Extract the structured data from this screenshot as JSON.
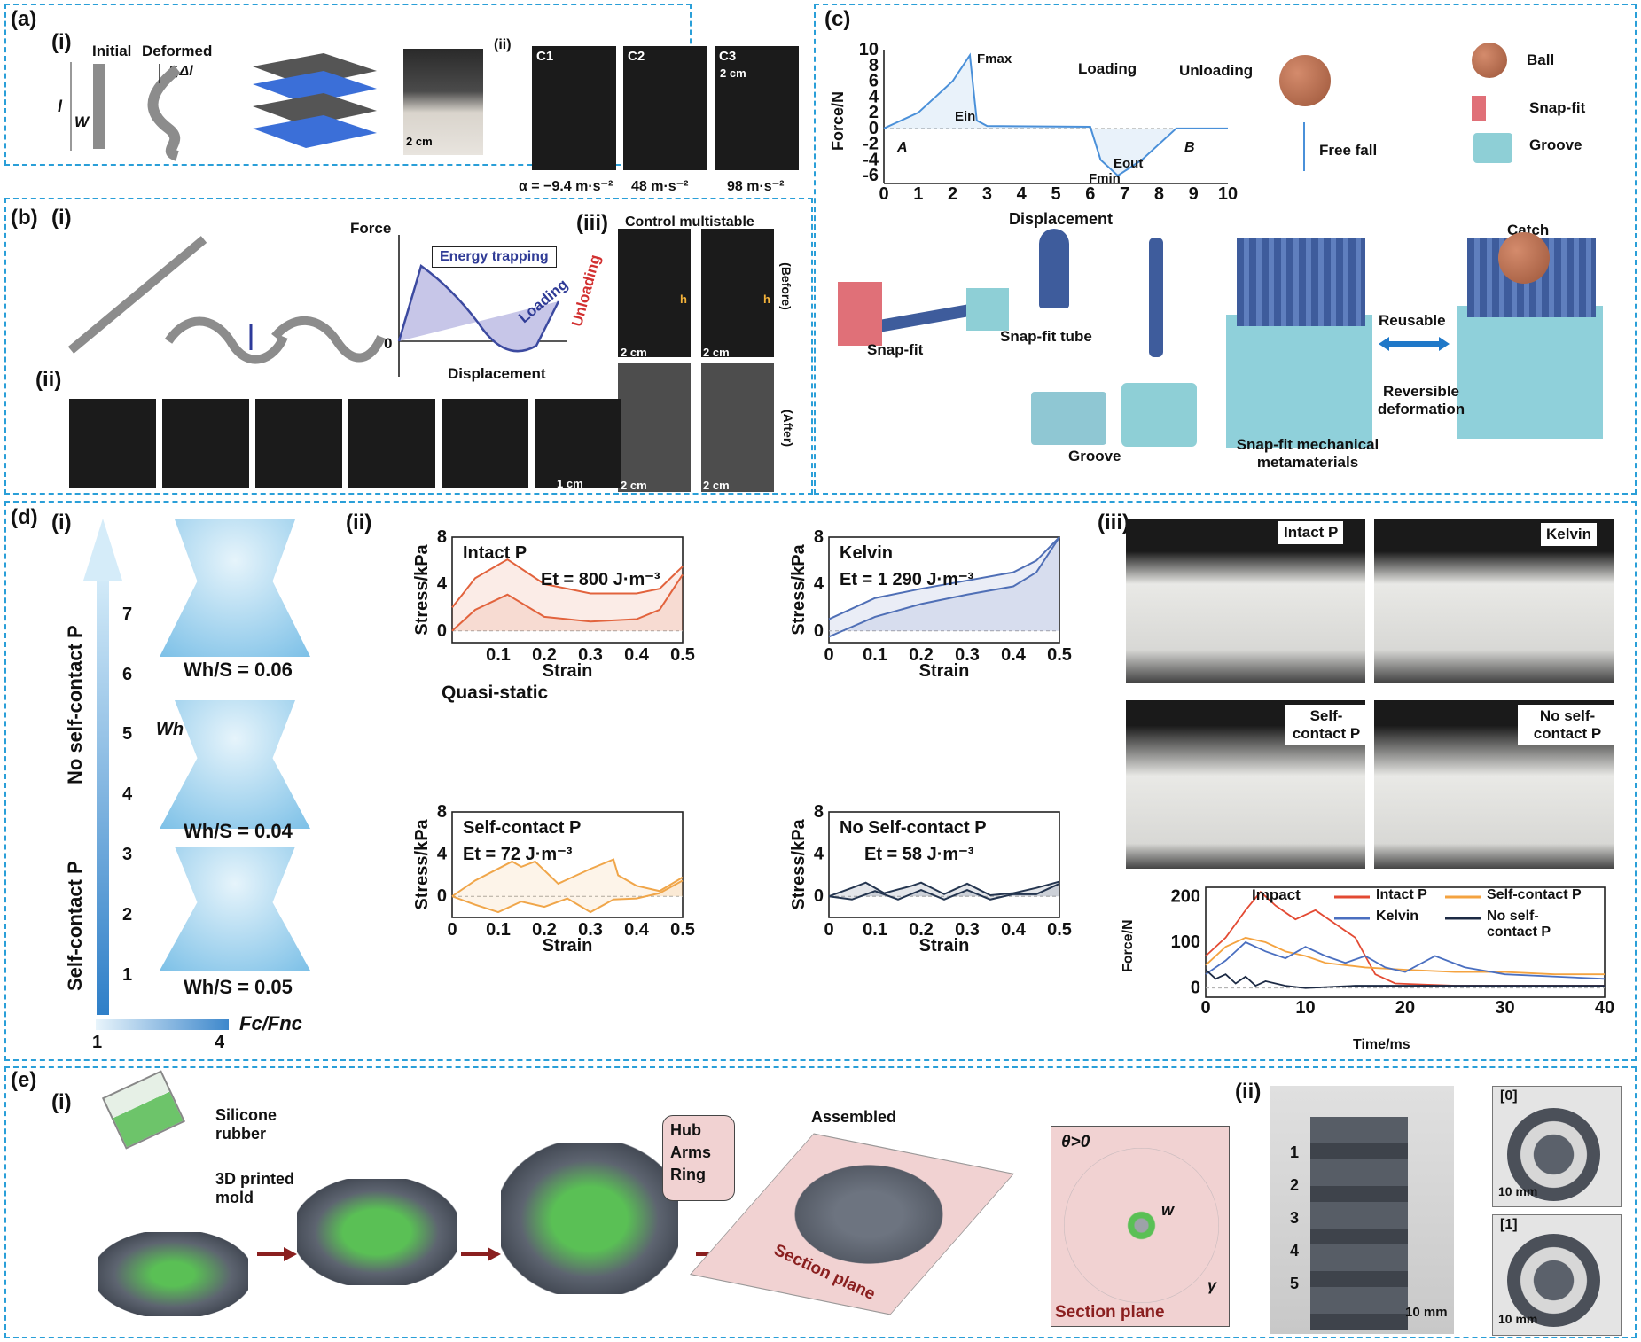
{
  "panel_a": {
    "label": "(a)",
    "sub_i": "(i)",
    "sub_ii": "(ii)",
    "initial": "Initial",
    "deformed": "Deformed",
    "force_label": "F,Δl",
    "l_label": "l",
    "w_label": "W",
    "scale_2cm": "2 cm",
    "frames": [
      {
        "id": "C1",
        "accel": "α = −9.4 m·s⁻²"
      },
      {
        "id": "C2",
        "accel": "48 m·s⁻²"
      },
      {
        "id": "C3",
        "accel": "98 m·s⁻²"
      }
    ]
  },
  "panel_b": {
    "label": "(b)",
    "sub_i": "(i)",
    "sub_ii": "(ii)",
    "sub_iii": "(iii)",
    "force_axis": "Force",
    "zero": "0",
    "displacement": "Displacement",
    "energy_trapping": "Energy trapping",
    "loading": "Loading",
    "unloading": "Unloading",
    "control_title": "Control multistable",
    "before": "(Before)",
    "after": "(After)",
    "scale_2cm": "2 cm",
    "scale_1cm": "1 cm",
    "h": "h"
  },
  "panel_c": {
    "label": "(c)",
    "chart_ylabel": "Force/N",
    "chart_xlabel": "Displacement",
    "fmax": "Fmax",
    "fmin": "Fmin",
    "ein": "Ein",
    "eout": "Eout",
    "point_a": "A",
    "point_b": "B",
    "loading": "Loading",
    "unloading": "Unloading",
    "ball": "Ball",
    "snap_fit_legend": "Snap-fit",
    "groove_legend": "Groove",
    "free_fall": "Free fall",
    "catch": "Catch",
    "snap_fit": "Snap-fit",
    "snap_fit_tube": "Snap-fit tube",
    "groove": "Groove",
    "reusable": "Reusable",
    "reversible": "Reversible deformation",
    "metamaterials": "Snap-fit mechanical metamaterials",
    "colors": {
      "ball": "#b5694a",
      "snap": "#e07078",
      "groove": "#8ecfd6",
      "tube": "#3e5c9c",
      "block": "#8fd0da"
    }
  },
  "panel_d": {
    "label": "(d)",
    "sub_i": "(i)",
    "sub_ii": "(ii)",
    "sub_iii": "(iii)",
    "no_self_contact": "No self-contact P",
    "self_contact": "Self-contact P",
    "scale_ticks": [
      "7",
      "6",
      "5",
      "4",
      "3",
      "2",
      "1"
    ],
    "ratio_label": "Fc/Fnc",
    "ratio_min": "1",
    "ratio_max": "4",
    "wh": "Wh",
    "wh_ratios": [
      "Wh/S = 0.06",
      "Wh/S = 0.04",
      "Wh/S = 0.05"
    ],
    "quasi_static": "Quasi-static",
    "cam_labels": [
      "Intact P",
      "Kelvin",
      "Self-contact P",
      "No self-contact P"
    ],
    "impact_label": "Impact",
    "legend": [
      "Intact P",
      "Self-contact P",
      "Kelvin",
      "No self-contact P"
    ]
  },
  "panel_e": {
    "label": "(e)",
    "sub_i": "(i)",
    "sub_ii": "(ii)",
    "silicone": "Silicone rubber",
    "mold": "3D printed mold",
    "hub": "Hub",
    "arms": "Arms",
    "ring": "Ring",
    "assembled": "Assembled",
    "section_plane": "Section plane",
    "theta": "θ>0",
    "w": "w",
    "gamma": "γ",
    "stack_numbers": [
      "1",
      "2",
      "3",
      "4",
      "5"
    ],
    "scale_10mm": "10 mm",
    "state0": "[0]",
    "state1": "[1]"
  },
  "chart_data": [
    {
      "type": "line",
      "id": "c-force-displacement",
      "xlabel": "Displacement",
      "ylabel": "Force/N",
      "xlim": [
        0,
        10
      ],
      "ylim": [
        -7,
        10
      ],
      "xticks": [
        0,
        1,
        2,
        3,
        4,
        5,
        6,
        7,
        8,
        9,
        10
      ],
      "yticks": [
        10,
        8,
        6,
        4,
        2,
        0,
        -2,
        -4,
        -6
      ],
      "series": [
        {
          "name": "Loading",
          "x": [
            0,
            1,
            2,
            2.5,
            2.7,
            3,
            6,
            6.3,
            6.8,
            7.5,
            8.5,
            10
          ],
          "y": [
            0,
            2,
            6,
            9.3,
            1,
            0.3,
            0.2,
            -4,
            -6,
            -4,
            0,
            0
          ],
          "color": "#4a90d9"
        }
      ]
    },
    {
      "type": "line",
      "id": "d-intact",
      "title": "Intact P",
      "annotation": "Et = 800 J·m⁻³",
      "xlabel": "Strain",
      "ylabel": "Stress/kPa",
      "xlim": [
        0,
        0.5
      ],
      "ylim": [
        -1,
        8
      ],
      "xticks": [
        0.1,
        0.2,
        0.3,
        0.4,
        0.5
      ],
      "yticks": [
        0,
        4,
        8
      ],
      "series": [
        {
          "name": "upper",
          "x": [
            0,
            0.05,
            0.12,
            0.2,
            0.3,
            0.4,
            0.45,
            0.5
          ],
          "y": [
            2,
            4.5,
            6.1,
            4,
            3.2,
            3.2,
            3.6,
            5.5
          ],
          "color": "#e2633d"
        },
        {
          "name": "lower",
          "x": [
            0,
            0.05,
            0.12,
            0.2,
            0.3,
            0.4,
            0.45,
            0.5
          ],
          "y": [
            0,
            1.8,
            3.1,
            1.2,
            0.8,
            1.0,
            1.8,
            4.8
          ],
          "color": "#e2633d"
        }
      ]
    },
    {
      "type": "line",
      "id": "d-kelvin",
      "title": "Kelvin",
      "annotation": "Et = 1 290 J·m⁻³",
      "xlabel": "Strain",
      "ylabel": "Stress/kPa",
      "xlim": [
        0,
        0.5
      ],
      "ylim": [
        -1,
        8
      ],
      "xticks": [
        0,
        0.1,
        0.2,
        0.3,
        0.4,
        0.5
      ],
      "yticks": [
        0,
        4,
        8
      ],
      "series": [
        {
          "name": "upper",
          "x": [
            0,
            0.1,
            0.2,
            0.3,
            0.4,
            0.45,
            0.5
          ],
          "y": [
            1,
            2.8,
            3.6,
            4.3,
            5.0,
            6.0,
            8.0
          ],
          "color": "#4f6fb6"
        },
        {
          "name": "lower",
          "x": [
            0,
            0.1,
            0.2,
            0.3,
            0.4,
            0.45,
            0.5
          ],
          "y": [
            -0.5,
            1.2,
            2.3,
            3.1,
            3.8,
            5.0,
            8.0
          ],
          "color": "#4f6fb6"
        }
      ]
    },
    {
      "type": "line",
      "id": "d-self-contact",
      "title": "Self-contact P",
      "annotation": "Et = 72 J·m⁻³",
      "xlabel": "Strain",
      "ylabel": "Stress/kPa",
      "xlim": [
        0,
        0.5
      ],
      "ylim": [
        -2,
        8
      ],
      "xticks": [
        0,
        0.1,
        0.2,
        0.3,
        0.4,
        0.5
      ],
      "yticks": [
        0,
        4,
        8
      ],
      "series": [
        {
          "name": "upper",
          "x": [
            0,
            0.05,
            0.13,
            0.15,
            0.18,
            0.23,
            0.3,
            0.35,
            0.36,
            0.4,
            0.45,
            0.5
          ],
          "y": [
            0,
            1.5,
            3.3,
            2.8,
            3.3,
            1.2,
            2.6,
            3.5,
            2.0,
            1.0,
            0.5,
            1.8
          ],
          "color": "#f0a64a"
        },
        {
          "name": "lower",
          "x": [
            0,
            0.05,
            0.1,
            0.15,
            0.2,
            0.25,
            0.3,
            0.35,
            0.4,
            0.45,
            0.5
          ],
          "y": [
            0,
            -0.8,
            -1.5,
            -0.5,
            -1.0,
            -0.2,
            -1.5,
            -0.3,
            -0.2,
            0.3,
            1.5
          ],
          "color": "#f0a64a"
        }
      ]
    },
    {
      "type": "line",
      "id": "d-no-self-contact",
      "title": "No Self-contact P",
      "annotation": "Et = 58 J·m⁻³",
      "xlabel": "Strain",
      "ylabel": "Stress/kPa",
      "xlim": [
        0,
        0.5
      ],
      "ylim": [
        -2,
        8
      ],
      "xticks": [
        0,
        0.1,
        0.2,
        0.3,
        0.4,
        0.5
      ],
      "yticks": [
        0,
        4,
        8
      ],
      "series": [
        {
          "name": "upper",
          "x": [
            0,
            0.05,
            0.08,
            0.12,
            0.18,
            0.2,
            0.25,
            0.3,
            0.35,
            0.4,
            0.45,
            0.5
          ],
          "y": [
            0,
            0.8,
            1.3,
            0.3,
            1.0,
            1.3,
            0.2,
            1.2,
            0.1,
            0.3,
            0.8,
            1.4
          ],
          "color": "#24354f"
        },
        {
          "name": "lower",
          "x": [
            0,
            0.05,
            0.1,
            0.15,
            0.2,
            0.25,
            0.3,
            0.35,
            0.4,
            0.45,
            0.5
          ],
          "y": [
            0,
            -0.3,
            0.5,
            -0.3,
            0.6,
            -0.3,
            0.6,
            -0.3,
            0.2,
            0.2,
            1.2
          ],
          "color": "#24354f"
        }
      ]
    },
    {
      "type": "line",
      "id": "d-impact",
      "xlabel": "Time/ms",
      "ylabel": "Force/N",
      "xlim": [
        0,
        40
      ],
      "ylim": [
        -20,
        220
      ],
      "xticks": [
        0,
        10,
        20,
        30,
        40
      ],
      "yticks": [
        0,
        100,
        200
      ],
      "series": [
        {
          "name": "Intact P",
          "x": [
            0,
            2,
            4,
            5.5,
            7,
            9,
            11,
            13,
            15,
            17,
            19,
            25,
            30,
            35,
            40
          ],
          "y": [
            70,
            110,
            170,
            210,
            180,
            150,
            170,
            140,
            110,
            30,
            10,
            5,
            5,
            5,
            5
          ],
          "color": "#e34a33"
        },
        {
          "name": "Self-contact P",
          "x": [
            0,
            2,
            4,
            6,
            8,
            10,
            12,
            14,
            16,
            20,
            25,
            30,
            35,
            40
          ],
          "y": [
            50,
            90,
            110,
            100,
            80,
            70,
            55,
            50,
            45,
            40,
            35,
            35,
            30,
            30
          ],
          "color": "#f4a340"
        },
        {
          "name": "Kelvin",
          "x": [
            0,
            2,
            4,
            6,
            8,
            10,
            12,
            14,
            16,
            18,
            20,
            23,
            26,
            30,
            35,
            40
          ],
          "y": [
            30,
            60,
            100,
            80,
            65,
            90,
            70,
            55,
            70,
            45,
            35,
            70,
            45,
            30,
            25,
            20
          ],
          "color": "#4a6fc0"
        },
        {
          "name": "No self-contact P",
          "x": [
            0,
            1,
            2,
            3,
            4,
            5,
            6,
            8,
            10,
            15,
            20,
            30,
            40
          ],
          "y": [
            40,
            20,
            30,
            10,
            25,
            5,
            15,
            5,
            0,
            5,
            5,
            5,
            5
          ],
          "color": "#1c2a44"
        }
      ]
    }
  ]
}
